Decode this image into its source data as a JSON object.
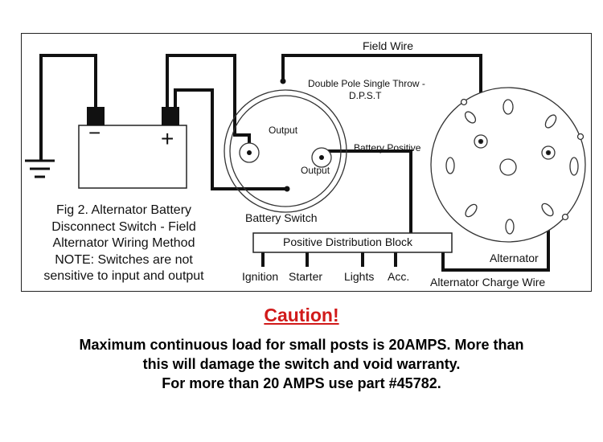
{
  "diagram": {
    "field_wire": "Field Wire",
    "dpst_line1": "Double Pole Single Throw -",
    "dpst_line2": "D.P.S.T",
    "output_top": "Output",
    "output_right": "Output",
    "battery_positive": "Battery Positive",
    "battery_switch": "Battery Switch",
    "distribution_block": "Positive Distribution Block",
    "ignition": "Ignition",
    "starter": "Starter",
    "lights": "Lights",
    "acc": "Acc.",
    "alternator": "Alternator",
    "alternator_charge_wire": "Alternator Charge Wire",
    "battery_minus": "−",
    "battery_plus": "+",
    "figure_caption": [
      "Fig 2. Alternator Battery",
      "Disconnect Switch - Field",
      "Alternator Wiring Method",
      "NOTE:  Switches are not",
      "sensitive to input and output"
    ]
  },
  "caution": {
    "title": "Caution!",
    "line1": "Maximum continuous load for small posts is 20AMPS. More than",
    "line2": "this will damage the switch and void warranty.",
    "line3": "For more than 20 AMPS use part #45782."
  }
}
